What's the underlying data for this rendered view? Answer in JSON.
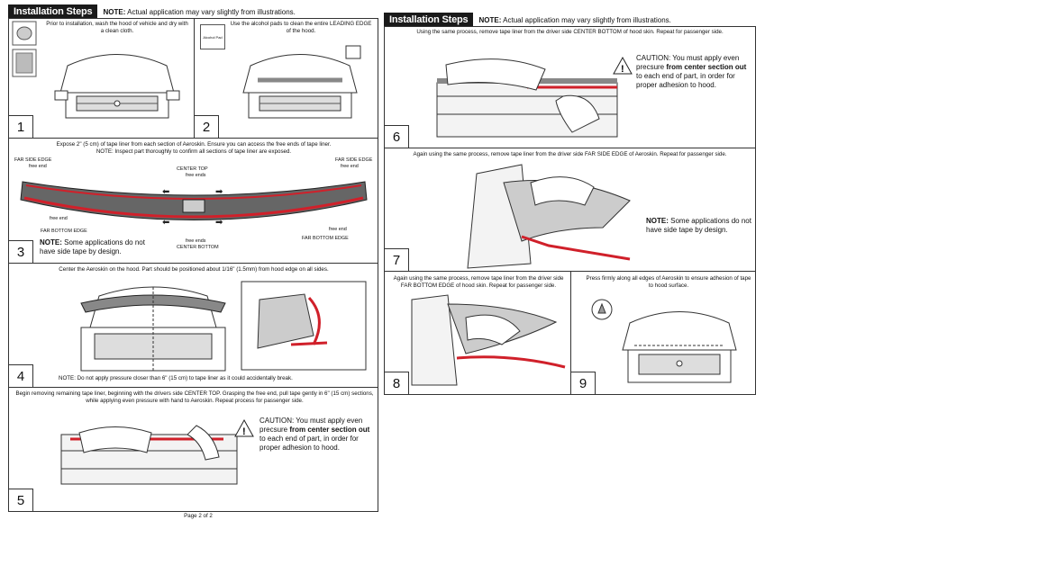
{
  "left_header": {
    "title": "Installation Steps",
    "note_label": "NOTE:",
    "note_text": " Actual application may vary slightly from illustrations."
  },
  "right_header": {
    "title": "Installation Steps",
    "note_label": "NOTE:",
    "note_text": " Actual application may vary slightly from illustrations."
  },
  "step1": {
    "number": "1",
    "text": "Prior to installation, wash the hood of vehicle and dry with a clean cloth."
  },
  "step2": {
    "number": "2",
    "text": "Use the alcohol pads to clean the entire LEADING EDGE of the hood.",
    "pad_label": "Alcohol Pad"
  },
  "step3": {
    "number": "3",
    "text": "Expose 2\" (5 cm) of tape liner from each section of Aeroskin. Ensure you can access the free ends of tape liner.",
    "text2": "NOTE: Inspect part thoroughly to confirm all sections of tape liner are exposed.",
    "labels": {
      "far_side_left": "FAR SIDE EDGE",
      "free_ends_left": "free end",
      "far_side_right": "FAR SIDE EDGE",
      "free_ends_right": "free end",
      "center_top": "CENTER TOP",
      "center_top_sub": "free ends",
      "free_end_bl": "free end",
      "far_bottom_left": "FAR BOTTOM EDGE",
      "free_end_br": "free end",
      "far_bottom_right": "FAR BOTTOM EDGE",
      "center_bottom_sub": "free ends",
      "center_bottom": "CENTER BOTTOM"
    },
    "note_label": "NOTE:",
    "note_text": " Some applications do not have side tape by design."
  },
  "step4": {
    "number": "4",
    "text": "Center the Aeroskin on the hood. Part should be positioned about 1/16\" (1.5mm) from hood edge on all sides.",
    "note": "NOTE: Do not apply pressure closer than 6\" (15 cm) to tape liner as it could accidentally break."
  },
  "step5": {
    "number": "5",
    "text": "Begin removing remaining tape liner, beginning with the drivers side CENTER TOP. Grasping the free end, pull tape gently in 6\" (15 cm) sections, while applying even pressure with hand to Aeroskin. Repeat process for passenger side.",
    "caution_a": "CAUTION: You must apply even precsure ",
    "caution_b": "from center section out",
    "caution_c": " to each end of part, in order for proper adhesion to hood.",
    "footer": "Page 2 of 2"
  },
  "step6": {
    "number": "6",
    "text": "Using the same process, remove tape liner from the driver side CENTER BOTTOM of hood skin. Repeat for passenger side.",
    "caution_a": "CAUTION: You must apply even precsure ",
    "caution_b": "from center section out",
    "caution_c": " to each end of part, in order for proper adhesion to hood."
  },
  "step7": {
    "number": "7",
    "text": "Again using the same process, remove tape liner from the driver side FAR SIDE EDGE of Aeroskin. Repeat for passenger side.",
    "note_label": "NOTE:",
    "note_text": " Some applications do not have side tape by design."
  },
  "step8": {
    "number": "8",
    "text": "Again using the same process, remove tape liner from the driver side FAR BOTTOM EDGE of hood skin. Repeat for passenger side."
  },
  "step9": {
    "number": "9",
    "text": "Press firmly along all edges of Aeroskin to ensure adhesion of tape to hood surface."
  },
  "colors": {
    "tape_red": "#d0202a",
    "header_bg": "#1a1a1a",
    "border": "#333333"
  }
}
